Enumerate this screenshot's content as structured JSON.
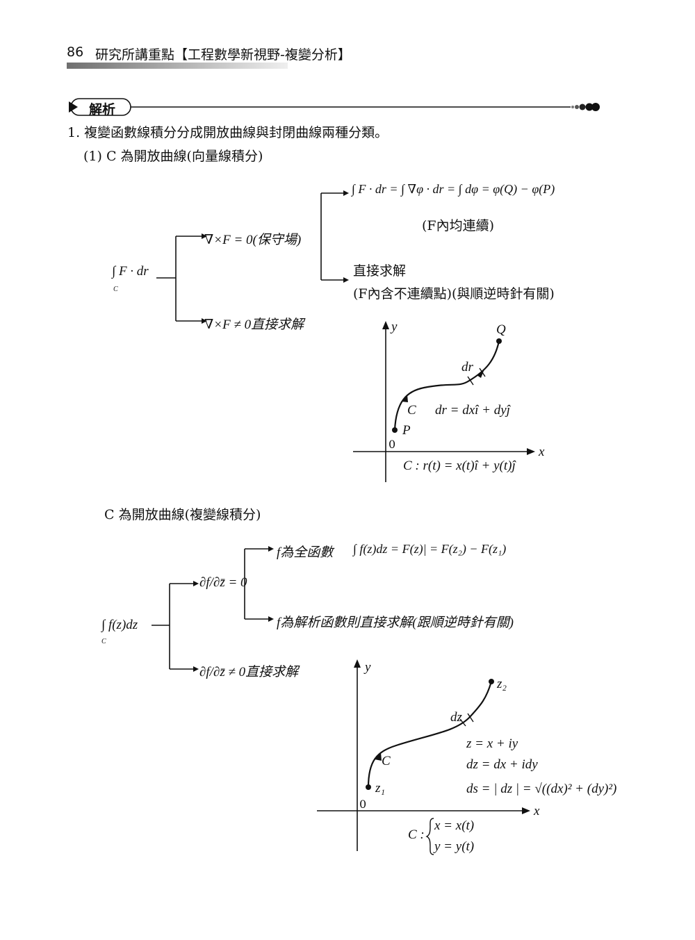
{
  "header": {
    "page_number": "86",
    "title": "研究所講重點【工程數學新視野-複變分析】"
  },
  "section": {
    "label": "解析"
  },
  "body": {
    "item1": "1. 複變函數線積分分成開放曲線與封閉曲線兩種分類。",
    "item1_1": "(1) C 為開放曲線(向量線積分)",
    "vector": {
      "root": "∫ F · dr",
      "root_sub": "C",
      "branch_top": "∇×F = 0(保守場)",
      "branch_bottom": "∇×F ≠ 0直接求解",
      "result_top": "∫ F · dr = ∫ ∇φ · dr = ∫ dφ = φ(Q) − φ(P)",
      "result_top_note": "(F內均連續)",
      "result_mid": "直接求解",
      "result_mid_note": "(F內含不連續點)(與順逆時針有關)"
    },
    "graph1": {
      "y_label": "y",
      "x_label": "x",
      "origin": "0",
      "point_start": "P",
      "point_end": "Q",
      "curve_label": "C",
      "dr_label": "dr",
      "dr_formula": "dr = dxî + dyĵ",
      "param": "C : r(t) = x(t)î + y(t)ĵ"
    },
    "item2": "C 為開放曲線(複變線積分)",
    "complex": {
      "root": "∫ f(z)dz",
      "root_sub": "C",
      "branch_top": "∂f/∂z̄ = 0",
      "branch_bottom": "∂f/∂z̄ ≠ 0直接求解",
      "result_top_label": "f為全函數",
      "result_top": "∫ f(z)dz = F(z)| = F(z₂) − F(z₁)",
      "result_mid": "f為解析函數則直接求解(跟順逆時針有關)"
    },
    "graph2": {
      "y_label": "y",
      "x_label": "x",
      "origin": "0",
      "point_start": "z₁",
      "point_end": "z₂",
      "curve_label": "C",
      "dz_label": "dz",
      "eq1": "z = x + iy",
      "eq2": "dz = dx + idy",
      "eq3": "ds = | dz | = √((dx)² + (dy)²)",
      "param_x": "x = x(t)",
      "param_y": "y = y(t)",
      "param_prefix": "C :"
    }
  }
}
